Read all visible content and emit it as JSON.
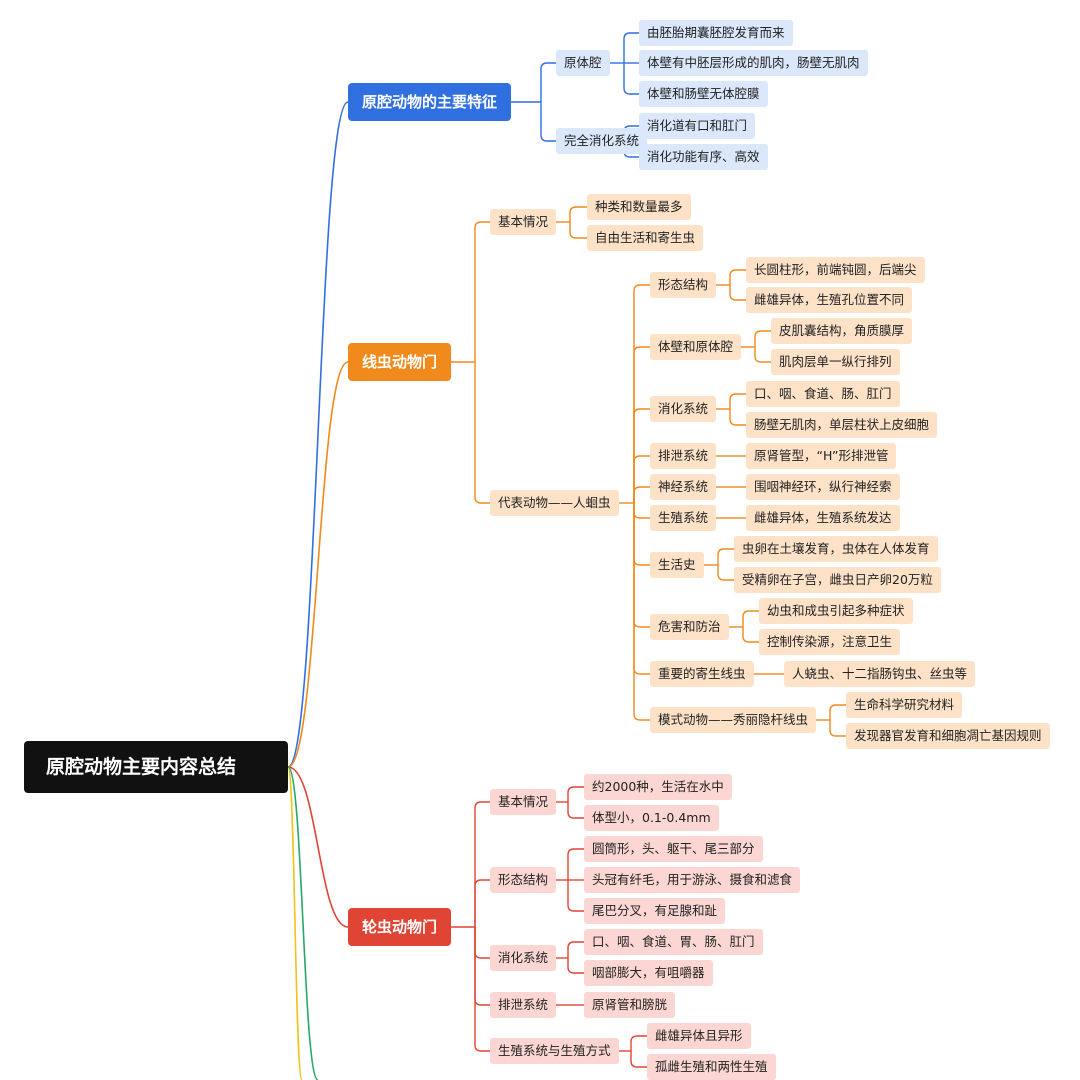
{
  "root": "原腔动物主要内容总结",
  "colors": {
    "blue": "#2f6fe0",
    "orange": "#f08a1c",
    "red": "#e04434",
    "yellow": "#f2c21b",
    "green": "#2aa56b",
    "blue_light": "#dbe7fb",
    "orange_light": "#fde2c8",
    "red_light": "#fbd6d3"
  },
  "sections": [
    {
      "label": "原腔动物的主要特征",
      "color": "blue",
      "children": [
        {
          "label": "原体腔",
          "children": [
            {
              "label": "由胚胎期囊胚腔发育而来"
            },
            {
              "label": "体壁有中胚层形成的肌肉，肠壁无肌肉"
            },
            {
              "label": "体壁和肠壁无体腔膜"
            }
          ]
        },
        {
          "label": "完全消化系统",
          "children": [
            {
              "label": "消化道有口和肛门"
            },
            {
              "label": "消化功能有序、高效"
            }
          ]
        }
      ]
    },
    {
      "label": "线虫动物门",
      "color": "orange",
      "children": [
        {
          "label": "基本情况",
          "children": [
            {
              "label": "种类和数量最多"
            },
            {
              "label": "自由生活和寄生虫"
            }
          ]
        },
        {
          "label": "代表动物——人蛔虫",
          "children": [
            {
              "label": "形态结构",
              "children": [
                {
                  "label": "长圆柱形，前端钝圆，后端尖"
                },
                {
                  "label": "雌雄异体，生殖孔位置不同"
                }
              ]
            },
            {
              "label": "体壁和原体腔",
              "children": [
                {
                  "label": "皮肌囊结构，角质膜厚"
                },
                {
                  "label": "肌肉层单一纵行排列"
                }
              ]
            },
            {
              "label": "消化系统",
              "children": [
                {
                  "label": "口、咽、食道、肠、肛门"
                },
                {
                  "label": "肠壁无肌肉，单层柱状上皮细胞"
                }
              ]
            },
            {
              "label": "排泄系统",
              "children": [
                {
                  "label": "原肾管型，“H”形排泄管"
                }
              ]
            },
            {
              "label": "神经系统",
              "children": [
                {
                  "label": "围咽神经环，纵行神经索"
                }
              ]
            },
            {
              "label": "生殖系统",
              "children": [
                {
                  "label": "雌雄异体，生殖系统发达"
                }
              ]
            },
            {
              "label": "生活史",
              "children": [
                {
                  "label": "虫卵在土壤发育，虫体在人体发育"
                },
                {
                  "label": "受精卵在子宫，雌虫日产卵20万粒"
                }
              ]
            },
            {
              "label": "危害和防治",
              "children": [
                {
                  "label": "幼虫和成虫引起多种症状"
                },
                {
                  "label": "控制传染源，注意卫生"
                }
              ]
            },
            {
              "label": "重要的寄生线虫",
              "children": [
                {
                  "label": "人蛲虫、十二指肠钩虫、丝虫等"
                }
              ]
            },
            {
              "label": "模式动物——秀丽隐杆线虫",
              "children": [
                {
                  "label": "生命科学研究材料"
                },
                {
                  "label": "发现器官发育和细胞凋亡基因规则"
                }
              ]
            }
          ]
        }
      ]
    },
    {
      "label": "轮虫动物门",
      "color": "red",
      "children": [
        {
          "label": "基本情况",
          "children": [
            {
              "label": "约2000种，生活在水中"
            },
            {
              "label": "体型小，0.1-0.4mm"
            }
          ]
        },
        {
          "label": "形态结构",
          "children": [
            {
              "label": "圆筒形，头、躯干、尾三部分"
            },
            {
              "label": "头冠有纤毛，用于游泳、摄食和滤食"
            },
            {
              "label": "尾巴分叉，有足腺和趾"
            }
          ]
        },
        {
          "label": "消化系统",
          "children": [
            {
              "label": "口、咽、食道、胃、肠、肛门"
            },
            {
              "label": "咽部膨大，有咀嚼器"
            }
          ]
        },
        {
          "label": "排泄系统",
          "children": [
            {
              "label": "原肾管和膀胱"
            }
          ]
        },
        {
          "label": "生殖系统与生殖方式",
          "children": [
            {
              "label": "雌雄异体且异形"
            },
            {
              "label": "孤雌生殖和两性生殖"
            }
          ]
        }
      ]
    }
  ]
}
